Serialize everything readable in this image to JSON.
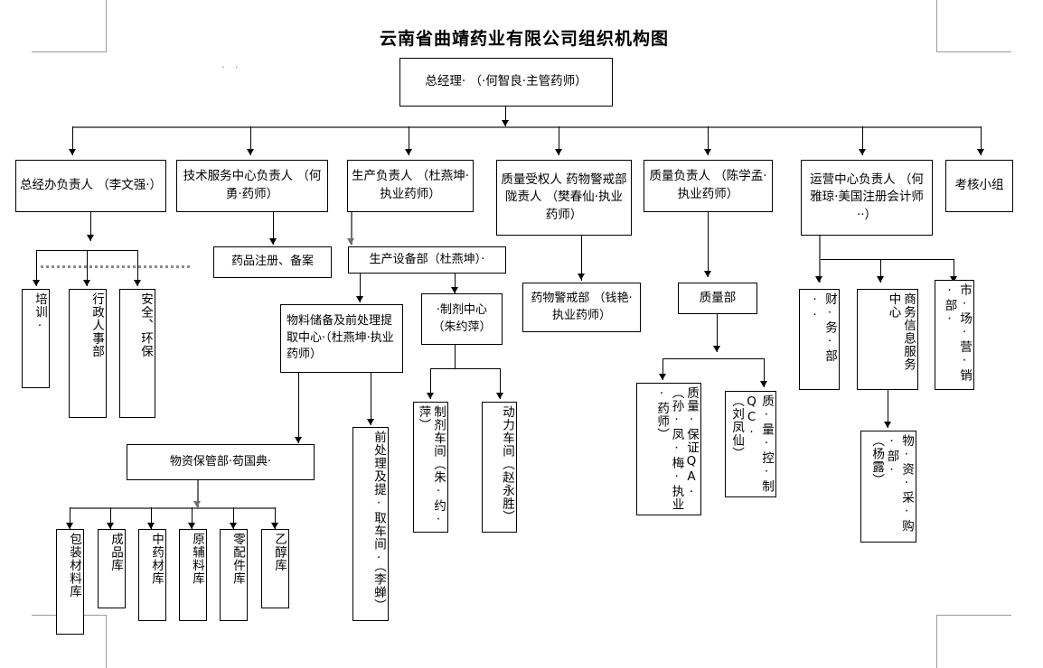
{
  "page": {
    "title": "云南省曲靖药业有限公司组织机构图",
    "stray_marks": "· ·"
  },
  "nodes": {
    "general_manager": "总经理·\n（·何智良·主管药师）",
    "gm_office": "总经办负责人\n（李文强·）",
    "tech_service": "技术服务中心负责人\n（何勇·药师）",
    "production": "生产负责人\n（杜燕坤·执业药师）",
    "quality_authorized": "质量受权人\n药物警戒部陇责人\n（樊春仙·执业药师）",
    "quality_head": "质量负责人\n（陈学孟·执业药师）",
    "operations": "运营中心负责人\n（何雅琼·美国注册会计师··）",
    "assessment_team": "考核小组",
    "training": "培训·",
    "hr_admin": "行政人事部",
    "safety_env": "安全、环保",
    "drug_registration": "药品注册、备案",
    "production_equipment": "生产设备部（杜燕坤）·",
    "material_center": "物料储备及前处理提取中心·（杜燕坤·执业药师）",
    "preparation_center": "·制剂中心\n（朱约萍）",
    "pharmacovigilance": "药物警戒部\n（钱艳·执业药师）",
    "quality_dept": "质量部",
    "qa": "质量·保证QA·\n（孙·凤·梅·执业·药师）",
    "qc": "质·量·控·制QC·\n（刘凤仙）",
    "finance_dept": "财·务·部··",
    "business_info": "商务信息服务\n中心",
    "marketing_dept": "市·场·营·销·部·",
    "procurement": "物·资·采·购·部·\n（杨露）",
    "material_storage": "物资保管部·苟国典·",
    "pretreat_workshop": "前处理及提·取车间·（李蝉）",
    "preparation_workshop": "制剂车间（朱·约·萍）",
    "power_workshop": "动力车间（赵永胜）",
    "warehouses": [
      "包装材料库",
      "成品库",
      "中药材库",
      "原辅料库",
      "零配件库",
      "乙醇库"
    ]
  }
}
